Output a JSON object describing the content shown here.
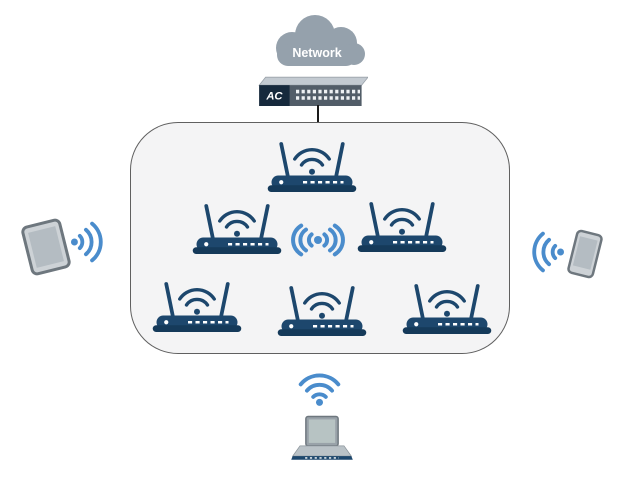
{
  "diagram": {
    "cloud_label": "Network",
    "ac_label": "AC",
    "access_point_count": 6,
    "client_devices": [
      "tablet",
      "smartphone",
      "laptop"
    ]
  },
  "colors": {
    "router_navy": "#1d476d",
    "router_base_navy": "#153a5a",
    "signal_blue": "#4a8ccc",
    "cloud_gray": "#95a1ac",
    "zone_fill": "#f4f4f5",
    "zone_border": "#606060",
    "device_gray": "#cdd2d6",
    "ac_panel_gray": "#525d68",
    "ac_label_navy": "#16293c"
  }
}
